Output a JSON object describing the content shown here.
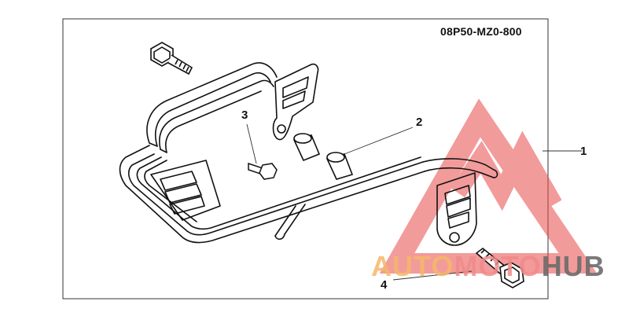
{
  "diagram": {
    "part_code": "08P50-MZ0-800",
    "callouts": [
      {
        "number": "1"
      },
      {
        "number": "2"
      },
      {
        "number": "3"
      },
      {
        "number": "4"
      }
    ]
  },
  "watermark": {
    "part1": "AUTO",
    "part2": "MOTO",
    "part3": "HUB",
    "colors": {
      "triangle": "#e84a4a",
      "auto": "#f5b86a",
      "moto": "#f08a8a",
      "hub": "#6c6c6c"
    }
  }
}
